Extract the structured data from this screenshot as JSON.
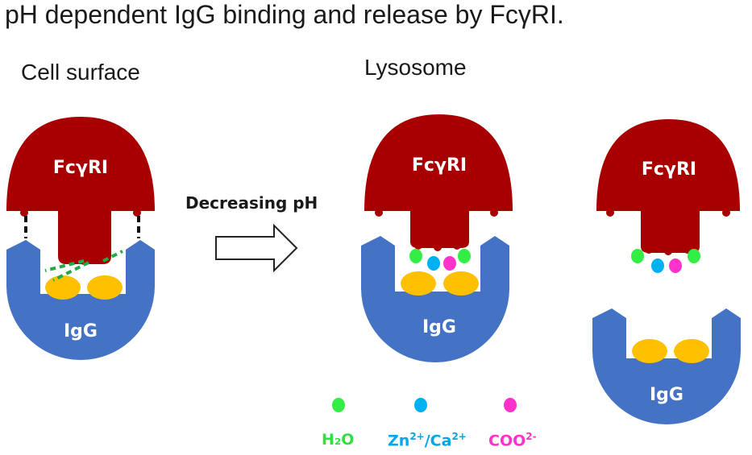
{
  "title": "pH dependent IgG binding and release by FcγRI.",
  "sections": {
    "cell_surface": "Cell surface",
    "lysosome": "Lysosome"
  },
  "arrow_label": "Decreasing pH",
  "labels": {
    "receptor": "FcγRI",
    "antibody": "IgG"
  },
  "legend": {
    "water": "H₂O",
    "ions_base1": "Zn",
    "ions_sup1": "2+",
    "ions_sep": "/Ca",
    "ions_sup2": "2+",
    "carboxyl_base": "COO",
    "carboxyl_sup": "2-"
  },
  "colors": {
    "receptor": "#a80000",
    "antibody": "#4472c4",
    "fc_domain": "#ffc000",
    "water": "#33ee44",
    "ion": "#00b0f0",
    "carboxyl": "#ff33cc",
    "hbond": "#22aa44"
  }
}
